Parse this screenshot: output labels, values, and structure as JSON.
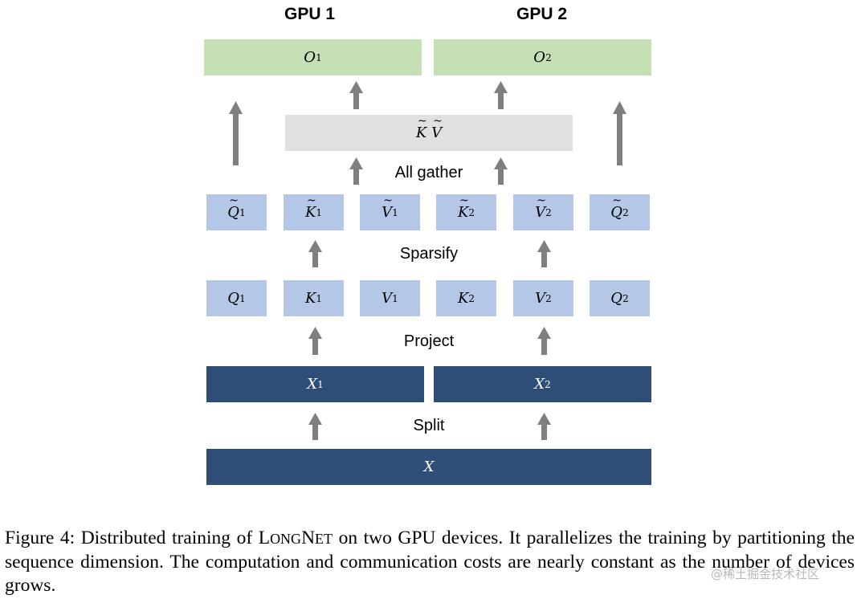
{
  "gpu_titles": [
    "GPU 1",
    "GPU 2"
  ],
  "outputs": [
    {
      "var": "O",
      "sub": "1"
    },
    {
      "var": "O",
      "sub": "2"
    }
  ],
  "gathered": {
    "k": "K",
    "v": "V"
  },
  "labels": {
    "all_gather": "All gather",
    "sparsify": "Sparsify",
    "project": "Project",
    "split": "Split"
  },
  "sparse_row": [
    {
      "var": "Q",
      "sub": "1"
    },
    {
      "var": "K",
      "sub": "1"
    },
    {
      "var": "V",
      "sub": "1"
    },
    {
      "var": "K",
      "sub": "2"
    },
    {
      "var": "V",
      "sub": "2"
    },
    {
      "var": "Q",
      "sub": "2"
    }
  ],
  "proj_row": [
    {
      "var": "Q",
      "sub": "1"
    },
    {
      "var": "K",
      "sub": "1"
    },
    {
      "var": "V",
      "sub": "1"
    },
    {
      "var": "K",
      "sub": "2"
    },
    {
      "var": "V",
      "sub": "2"
    },
    {
      "var": "Q",
      "sub": "2"
    }
  ],
  "split_row": [
    {
      "var": "X",
      "sub": "1"
    },
    {
      "var": "X",
      "sub": "2"
    }
  ],
  "input": {
    "var": "X"
  },
  "caption": {
    "prefix": "Figure 4: Distributed training of ",
    "name_first": "L",
    "name_first_rest": "ONG",
    "name_second": "N",
    "name_second_rest": "ET",
    "suffix": " on two GPU devices. It parallelizes the training by partitioning the sequence dimension. The computation and communication costs are nearly constant as the number of devices grows."
  },
  "watermark": "@稀土掘金技术社区",
  "colors": {
    "output": "#c5e0b4",
    "gather": "#e0e0e0",
    "qkv": "#b4c7e7",
    "input": "#2e4d77",
    "arrow": "#7f7f7f"
  }
}
